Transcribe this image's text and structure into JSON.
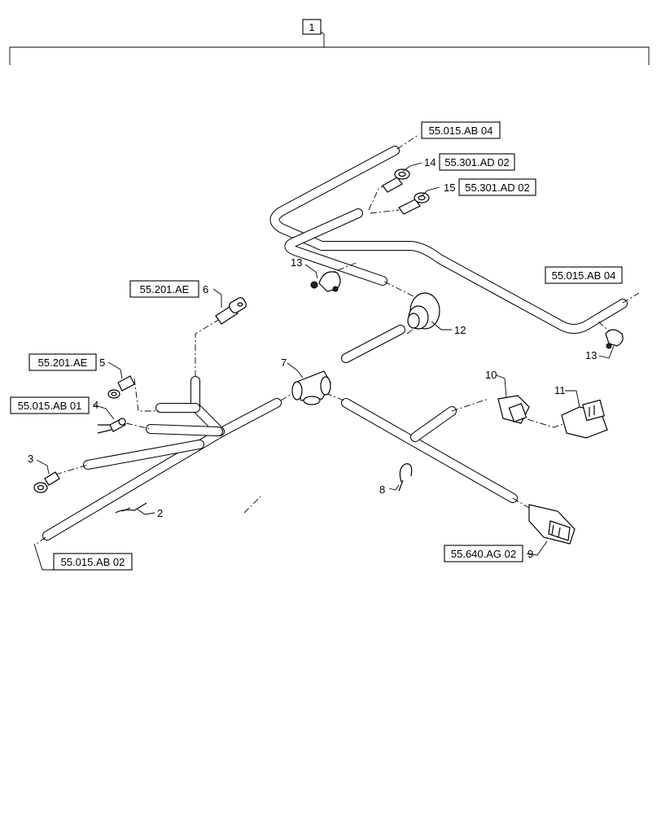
{
  "assembly": {
    "item_number": "1"
  },
  "references": {
    "ref_top_right_upper": "55.015.AB 04",
    "ref_14": "55.301.AD 02",
    "ref_15": "55.301.AD 02",
    "ref_right": "55.015.AB 04",
    "ref_6": "55.201.AE",
    "ref_5": "55.201.AE",
    "ref_4": "55.015.AB 01",
    "ref_bottom_left": "55.015.AB 02",
    "ref_9": "55.640.AG 02"
  },
  "callouts": {
    "c2": "2",
    "c3": "3",
    "c4": "4",
    "c5": "5",
    "c6": "6",
    "c7": "7",
    "c8": "8",
    "c9": "9",
    "c10": "10",
    "c11": "11",
    "c12": "12",
    "c13a": "13",
    "c13b": "13",
    "c14": "14",
    "c15": "15"
  }
}
